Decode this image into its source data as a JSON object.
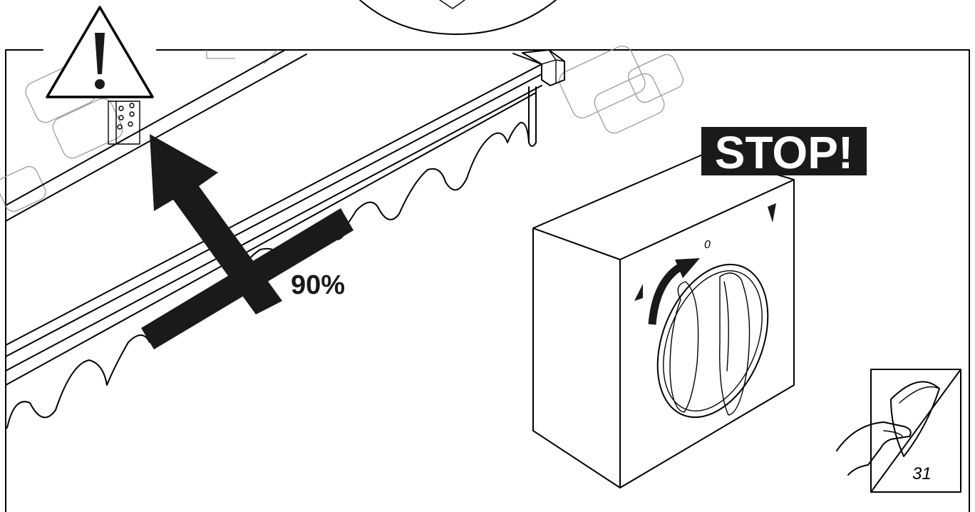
{
  "stop_label": "STOP!",
  "percent_label": "90%",
  "dial_zero_label": "0",
  "page_reference": "31",
  "icons": {
    "warning": "warning-triangle-icon",
    "page_turn": "page-turn-icon"
  },
  "colors": {
    "ink": "#1a1a1a",
    "label_background": "#1a1a1a",
    "label_text": "#ffffff"
  }
}
